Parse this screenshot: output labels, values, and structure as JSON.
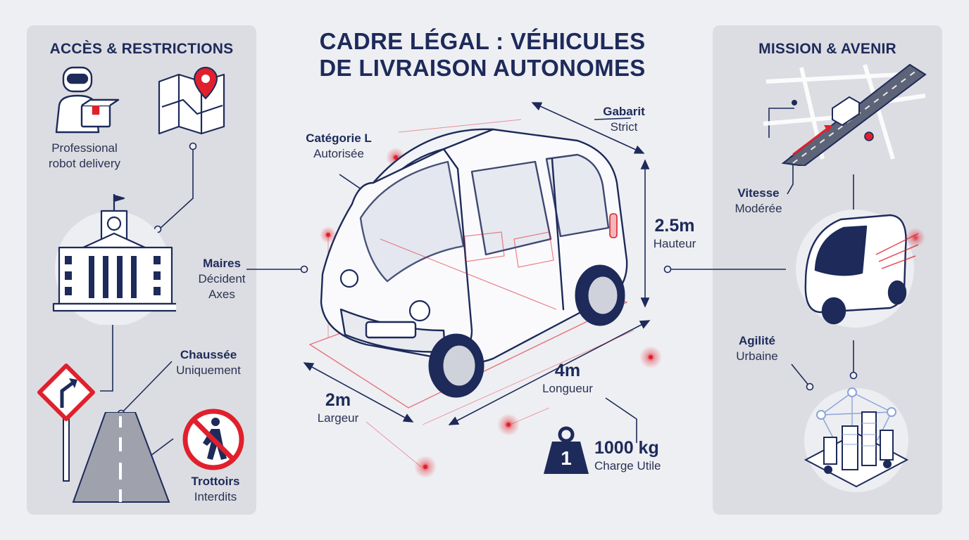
{
  "title": {
    "line1": "CADRE LÉGAL : VÉHICULES",
    "line2": "DE LIVRAISON AUTONOMES"
  },
  "left_panel": {
    "title": "ACCÈS & RESTRICTIONS",
    "robot": {
      "line1": "Professional",
      "line2": "robot delivery"
    },
    "mayors": {
      "bold": "Maires",
      "line2": "Décident",
      "line3": "Axes"
    },
    "roadway": {
      "bold": "Chaussée",
      "line2": "Uniquement"
    },
    "sidewalks": {
      "bold": "Trottoirs",
      "line2": "Interdits"
    }
  },
  "center": {
    "category": {
      "bold": "Catégorie L",
      "line2": "Autorisée"
    },
    "gauge": {
      "bold": "Gabarit",
      "line2": "Strict"
    },
    "height": {
      "bold": "2.5m",
      "line2": "Hauteur"
    },
    "length": {
      "bold": "4m",
      "line2": "Longueur"
    },
    "width": {
      "bold": "2m",
      "line2": "Largeur"
    },
    "payload": {
      "bold": "1000 kg",
      "line2": "Charge Utile",
      "weight_digit": "1"
    }
  },
  "right_panel": {
    "title": "MISSION & AVENIR",
    "speed": {
      "bold": "Vitesse",
      "line2": "Modérée"
    },
    "agility": {
      "bold": "Agilité",
      "line2": "Urbaine"
    }
  },
  "colors": {
    "navy": "#1d2a5a",
    "accent_red": "#e0202c",
    "panel_bg": "#dcdde2",
    "page_bg": "#eeeff3"
  }
}
